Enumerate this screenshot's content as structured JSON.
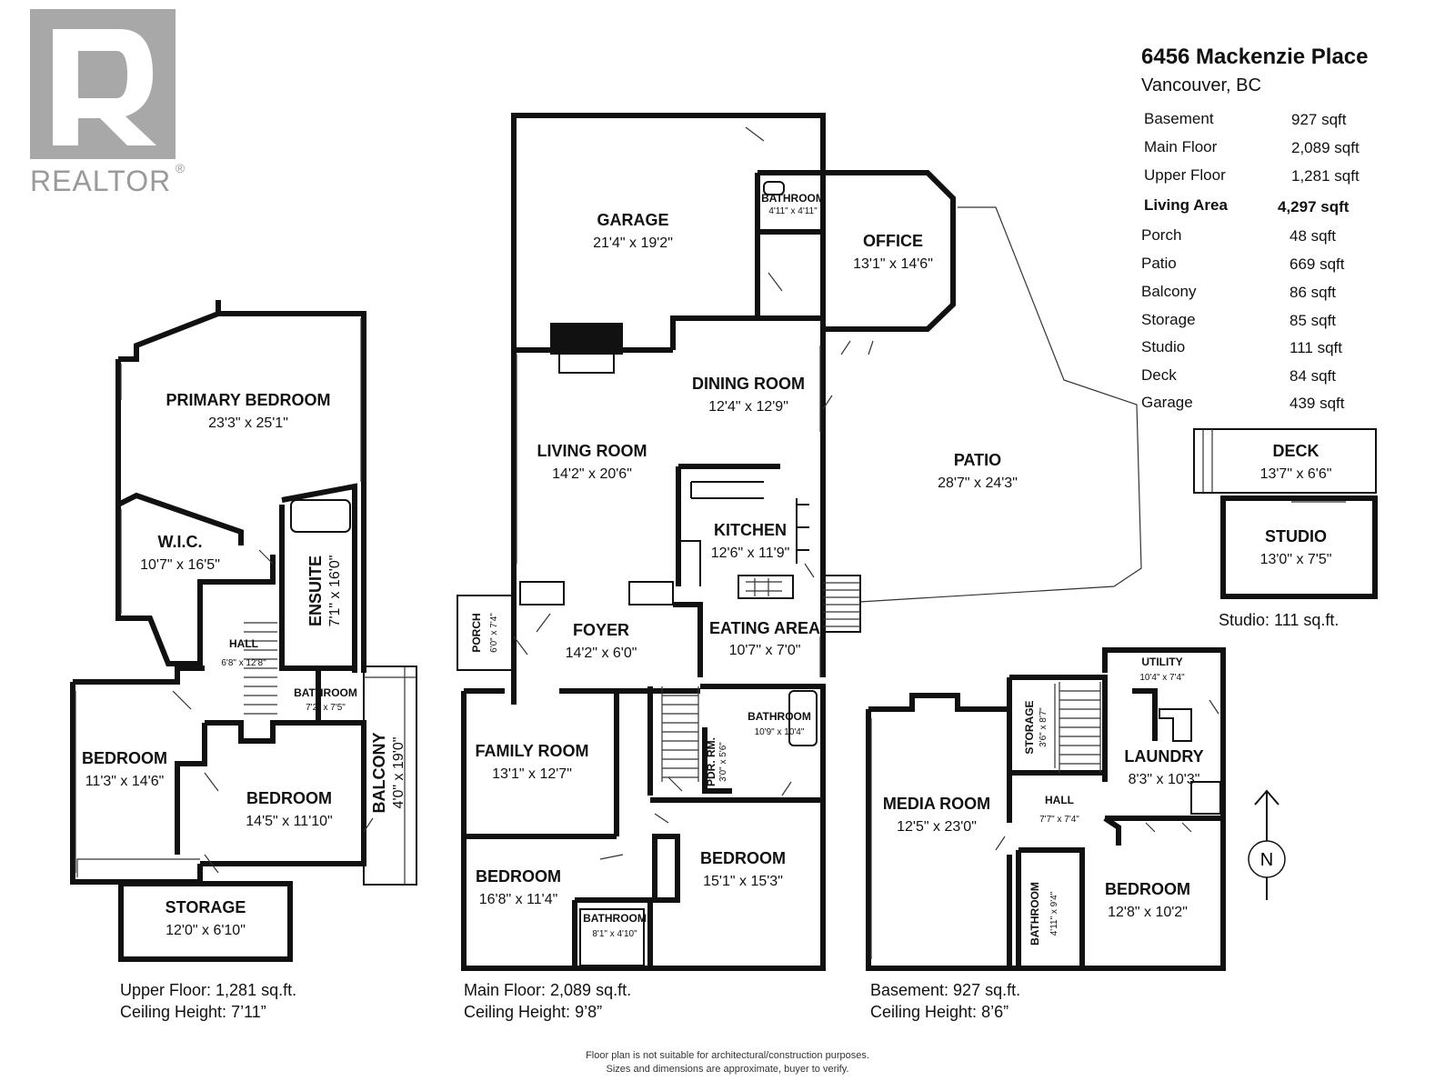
{
  "logo": {
    "text": "REALTOR",
    "mark": "®"
  },
  "property": {
    "address": "6456 Mackenzie Place",
    "city": "Vancouver, BC"
  },
  "summary": [
    {
      "label": "Basement",
      "value": "927 sqft"
    },
    {
      "label": "Main Floor",
      "value": "2,089 sqft"
    },
    {
      "label": "Upper Floor",
      "value": "1,281 sqft"
    },
    {
      "label": "Living Area",
      "value": "4,297 sqft"
    },
    {
      "label": "Porch",
      "value": "48 sqft"
    },
    {
      "label": "Patio",
      "value": "669 sqft"
    },
    {
      "label": "Balcony",
      "value": "86 sqft"
    },
    {
      "label": "Storage",
      "value": "85 sqft"
    },
    {
      "label": "Studio",
      "value": "111 sqft"
    },
    {
      "label": "Deck",
      "value": "84 sqft"
    },
    {
      "label": "Garage",
      "value": "439 sqft"
    }
  ],
  "upper": {
    "caption_area": "Upper Floor: 1,281 sq.ft.",
    "caption_ceiling": "Ceiling Height: 7’11”",
    "rooms": {
      "primary": {
        "name": "PRIMARY BEDROOM",
        "dim": "23'3\" x 25'1\""
      },
      "wic": {
        "name": "W.I.C.",
        "dim": "10'7\" x 16'5\""
      },
      "ensuite": {
        "name": "ENSUITE",
        "dim": "7'1\" x 16'0\""
      },
      "hall": {
        "name": "HALL",
        "dim": "6'8\" x 12'8\""
      },
      "bath": {
        "name": "BATHROOM",
        "dim": "7'2\" x 7'5\""
      },
      "bed1": {
        "name": "BEDROOM",
        "dim": "11'3\" x 14'6\""
      },
      "bed2": {
        "name": "BEDROOM",
        "dim": "14'5\" x 11'10\""
      },
      "balcony": {
        "name": "BALCONY",
        "dim": "4'0\" x 19'0\""
      },
      "storage": {
        "name": "STORAGE",
        "dim": "12'0\" x 6'10\""
      }
    }
  },
  "main": {
    "caption_area": "Main Floor: 2,089 sq.ft.",
    "caption_ceiling": "Ceiling Height: 9’8”",
    "rooms": {
      "garage": {
        "name": "GARAGE",
        "dim": "21'4\" x 19'2\""
      },
      "bath_garage": {
        "name": "BATHROOM",
        "dim": "4'11\" x 4'11\""
      },
      "office": {
        "name": "OFFICE",
        "dim": "13'1\" x 14'6\""
      },
      "dining": {
        "name": "DINING ROOM",
        "dim": "12'4\" x 12'9\""
      },
      "living": {
        "name": "LIVING ROOM",
        "dim": "14'2\" x 20'6\""
      },
      "kitchen": {
        "name": "KITCHEN",
        "dim": "12'6\" x 11'9\""
      },
      "patio": {
        "name": "PATIO",
        "dim": "28'7\" x 24'3\""
      },
      "porch": {
        "name": "PORCH",
        "dim": "6'0\" x 7'4\""
      },
      "foyer": {
        "name": "FOYER",
        "dim": "14'2\" x 6'0\""
      },
      "eating": {
        "name": "EATING AREA",
        "dim": "10'7\" x 7'0\""
      },
      "family": {
        "name": "FAMILY ROOM",
        "dim": "13'1\" x 12'7\""
      },
      "pdr": {
        "name": "PDR. RM.",
        "dim": "3'0\" x 5'6\""
      },
      "bath_main": {
        "name": "BATHROOM",
        "dim": "10'9\" x 10'4\""
      },
      "bed1": {
        "name": "BEDROOM",
        "dim": "16'8\" x 11'4\""
      },
      "bath_small": {
        "name": "BATHROOM",
        "dim": "8'1\" x 4'10\""
      },
      "bed2": {
        "name": "BEDROOM",
        "dim": "15'1\" x 15'3\""
      }
    }
  },
  "outbuilding": {
    "deck": {
      "name": "DECK",
      "dim": "13'7\" x 6'6\""
    },
    "studio": {
      "name": "STUDIO",
      "dim": "13'0\" x 7'5\""
    },
    "caption": "Studio: 111 sq.ft."
  },
  "basement": {
    "caption_area": "Basement: 927 sq.ft.",
    "caption_ceiling": "Ceiling Height: 8’6”",
    "rooms": {
      "utility": {
        "name": "UTILITY",
        "dim": "10'4\" x 7'4\""
      },
      "storage": {
        "name": "STORAGE",
        "dim": "3'6\" x 8'7\""
      },
      "laundry": {
        "name": "LAUNDRY",
        "dim": "8'3\" x 10'3\""
      },
      "media": {
        "name": "MEDIA ROOM",
        "dim": "12'5\" x 23'0\""
      },
      "hall": {
        "name": "HALL",
        "dim": "7'7\" x 7'4\""
      },
      "bath": {
        "name": "BATHROOM",
        "dim": "4'11\" x 9'4\""
      },
      "bed": {
        "name": "BEDROOM",
        "dim": "12'8\" x 10'2\""
      }
    }
  },
  "compass": {
    "letter": "N"
  },
  "disclaimer": {
    "line1": "Floor plan is not suitable for architectural/construction purposes.",
    "line2": "Sizes and dimensions are approximate, buyer to verify."
  }
}
